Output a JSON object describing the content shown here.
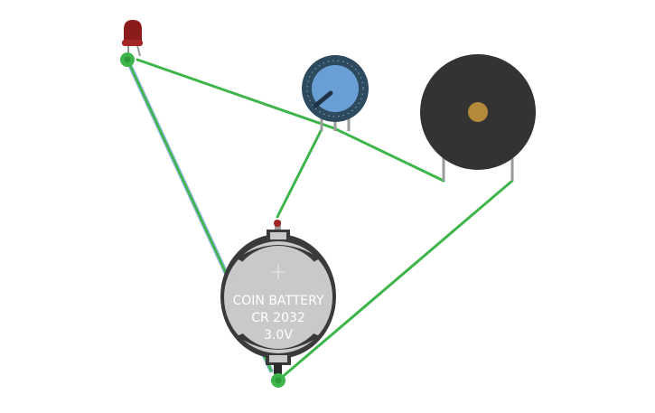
{
  "battery": {
    "line1": "COIN BATTERY",
    "line2": "CR 2032",
    "line3": "3.0V",
    "plus_symbol": "+"
  },
  "components": {
    "led": "led-red",
    "potentiometer": "potentiometer-knob",
    "buzzer": "piezo-buzzer",
    "battery": "coin-cell-holder"
  },
  "colors": {
    "wire": "#3db54a",
    "wire_highlight": "#8fb8d8",
    "led_body": "#8c1c1c",
    "knob_outer": "#2d4a5e",
    "knob_inner": "#6a9fd6",
    "buzzer_body": "#333333",
    "buzzer_center": "#b38a3a",
    "battery_holder": "#3a3a3a",
    "battery_face": "#c9c9c9",
    "terminal_green": "#3db54a"
  }
}
